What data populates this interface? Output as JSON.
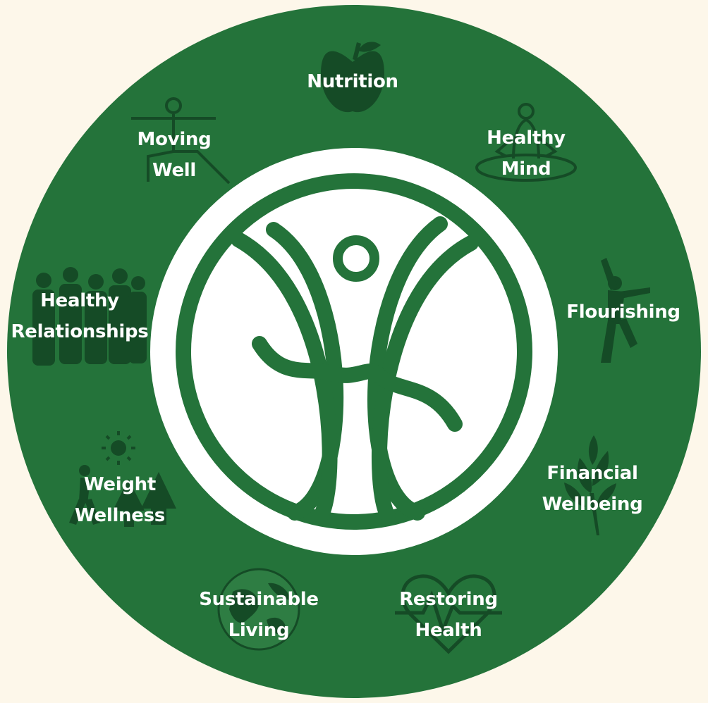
{
  "colors": {
    "background": "#fdf7ea",
    "ring": "#24733a",
    "icon": "#154b26",
    "center_bg": "#ffffff",
    "label": "#ffffff"
  },
  "center_emblem": {
    "icon": "human-figure-emblem-icon"
  },
  "segments": [
    {
      "id": "nutrition",
      "icon": "apple-icon",
      "lines": [
        "Nutrition"
      ]
    },
    {
      "id": "healthy-mind",
      "icon": "meditation-icon",
      "lines": [
        "Healthy",
        "Mind"
      ]
    },
    {
      "id": "flourishing",
      "icon": "jumping-person-icon",
      "lines": [
        "Flourishing"
      ]
    },
    {
      "id": "financial-wellbeing",
      "icon": "plant-icon",
      "lines": [
        "Financial",
        "Wellbeing"
      ]
    },
    {
      "id": "restoring-health",
      "icon": "heart-pulse-icon",
      "lines": [
        "Restoring",
        "Health"
      ]
    },
    {
      "id": "sustainable-living",
      "icon": "globe-icon",
      "lines": [
        "Sustainable",
        "Living"
      ]
    },
    {
      "id": "weight-wellness",
      "icon": "sun-trees-runner-icon",
      "lines": [
        "Weight",
        "Wellness"
      ]
    },
    {
      "id": "healthy-relationships",
      "icon": "people-group-icon",
      "lines": [
        "Healthy",
        "Relationships"
      ]
    },
    {
      "id": "moving-well",
      "icon": "stretching-person-icon",
      "lines": [
        "Moving",
        "Well"
      ]
    }
  ]
}
